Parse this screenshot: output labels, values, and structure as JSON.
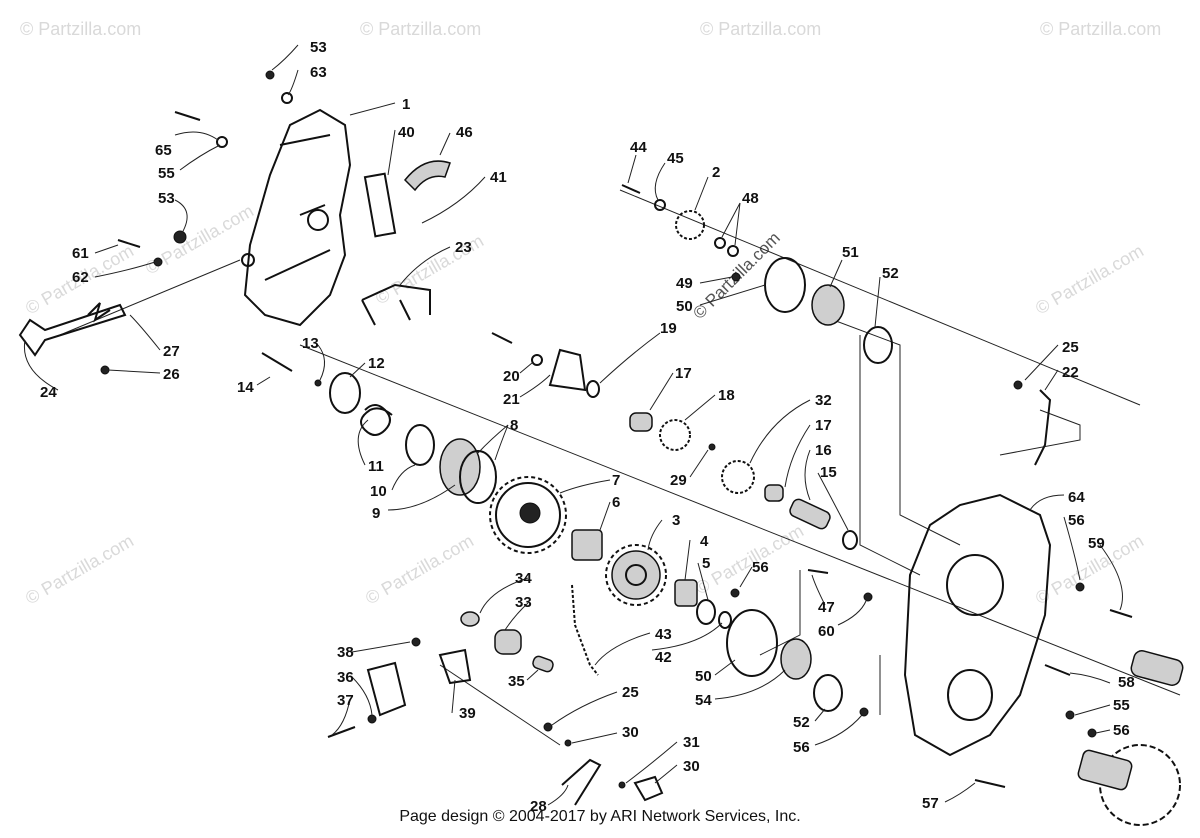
{
  "watermark": "© Partzilla.com",
  "footer": "Page design © 2004-2017 by ARI Network Services, Inc.",
  "callouts": {
    "c53a": "53",
    "c63a": "63",
    "c1": "1",
    "c40": "40",
    "c46": "46",
    "c65": "65",
    "c55a": "55",
    "c53b": "53",
    "c41": "41",
    "c61": "61",
    "c62": "62",
    "c23": "23",
    "c27": "27",
    "c26": "26",
    "c24": "24",
    "c13": "13",
    "c12": "12",
    "c14": "14",
    "c11": "11",
    "c10": "10",
    "c9": "9",
    "c8": "8",
    "c7": "7",
    "c6": "6",
    "c44": "44",
    "c45": "45",
    "c2": "2",
    "c48": "48",
    "c49": "49",
    "c50a": "50",
    "c51": "51",
    "c52a": "52",
    "c19": "19",
    "c20": "20",
    "c21": "21",
    "c17a": "17",
    "c18": "18",
    "c32": "32",
    "c17b": "17",
    "c16": "16",
    "c15": "15",
    "c29": "29",
    "c25a": "25",
    "c22": "22",
    "c3": "3",
    "c4": "4",
    "c5": "5",
    "c56a": "56",
    "c64": "64",
    "c56b": "56",
    "c59": "59",
    "c34": "34",
    "c33": "33",
    "c47": "47",
    "c60": "60",
    "c43": "43",
    "c42": "42",
    "c38": "38",
    "c36": "36",
    "c37": "37",
    "c39": "39",
    "c35": "35",
    "c50b": "50",
    "c54": "54",
    "c58": "58",
    "c25b": "25",
    "c30a": "30",
    "c31": "31",
    "c30b": "30",
    "c52b": "52",
    "c56c": "56",
    "c55b": "55",
    "c56d": "56",
    "c28": "28",
    "c57": "57"
  }
}
